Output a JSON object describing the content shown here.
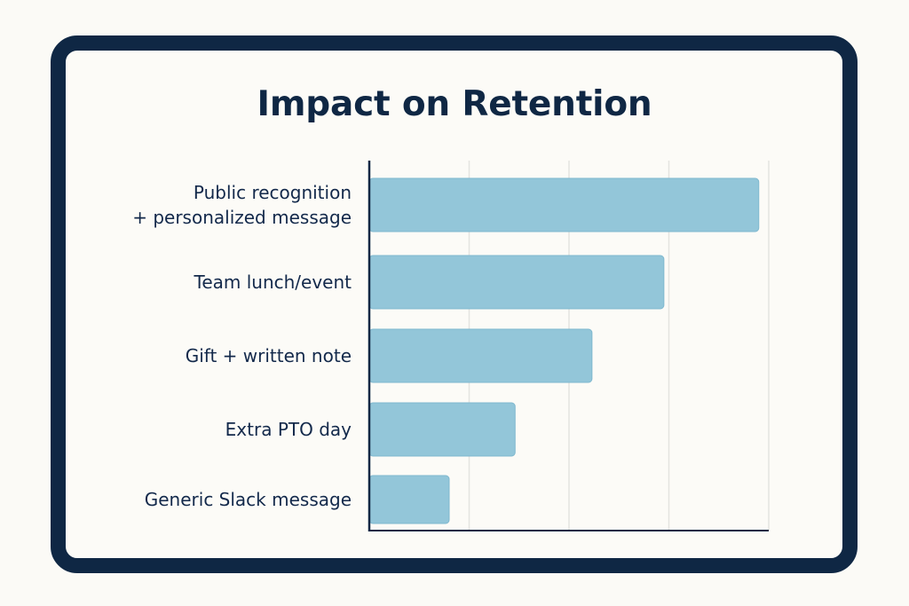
{
  "chart_data": {
    "type": "bar",
    "orientation": "horizontal",
    "title": "Impact on Retention",
    "xlabel": "",
    "ylabel": "",
    "categories": [
      [
        "Public recognition",
        "+ personalized message"
      ],
      [
        "Team lunch/event"
      ],
      [
        "Gift + written note"
      ],
      [
        "Extra PTO day"
      ],
      [
        "Generic Slack message"
      ]
    ],
    "values": [
      3.9,
      2.95,
      2.23,
      1.46,
      0.8
    ],
    "xlim": [
      0,
      4
    ],
    "grid": true,
    "legend": "none",
    "bar_color": "#93c6d9",
    "bar_edge_color": "#7fb8cf",
    "axis_color": "#0f2744",
    "grid_color": "#e4e4e0",
    "text_color": "#13294b"
  }
}
